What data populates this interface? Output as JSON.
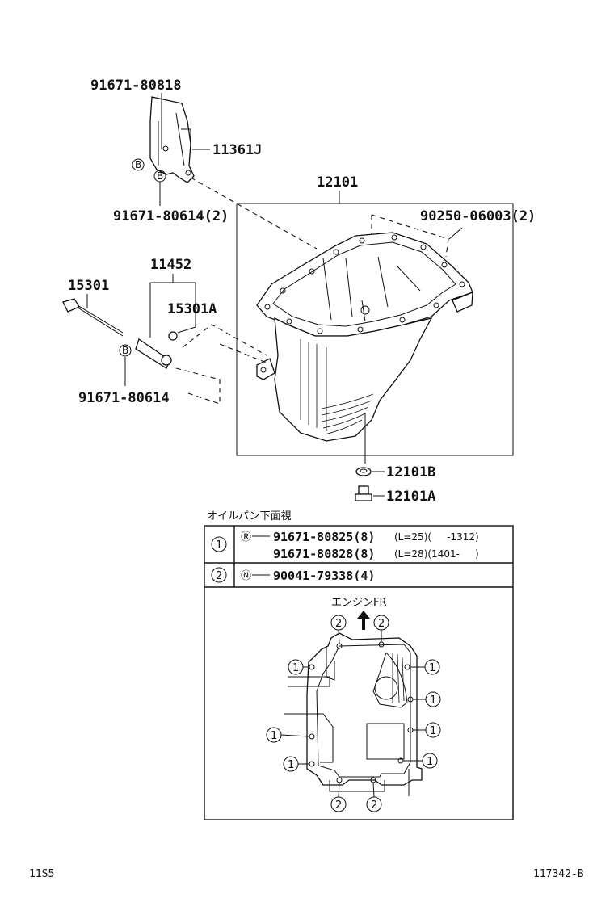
{
  "parts": {
    "bolt_top": "91671-80818",
    "cover": "11361J",
    "oil_pan": "12101",
    "bolt_cover": "91671-80614(2)",
    "stud": "90250-06003(2)",
    "bracket": "11452",
    "gauge": "15301",
    "gauge_part": "15301A",
    "bolt_bracket": "91671-80614",
    "gasket": "12101B",
    "plug": "12101A"
  },
  "callout_letter": "B",
  "view_title": "オイルパン下面視",
  "table": {
    "row1": {
      "num": "1",
      "code": "Ⓡ",
      "line1_part": "91671-80825(8)",
      "line1_spec": "(L=25)(     -1312)",
      "line2_part": "91671-80828(8)",
      "line2_spec": "(L=28)(1401-     )"
    },
    "row2": {
      "num": "2",
      "code": "Ⓝ",
      "part": "90041-79338(4)"
    }
  },
  "bottom_view": {
    "direction_label": "エンジンFR",
    "marker_1": "1",
    "marker_2": "2"
  },
  "footer": {
    "left": "11S5",
    "right": "117342-B"
  }
}
